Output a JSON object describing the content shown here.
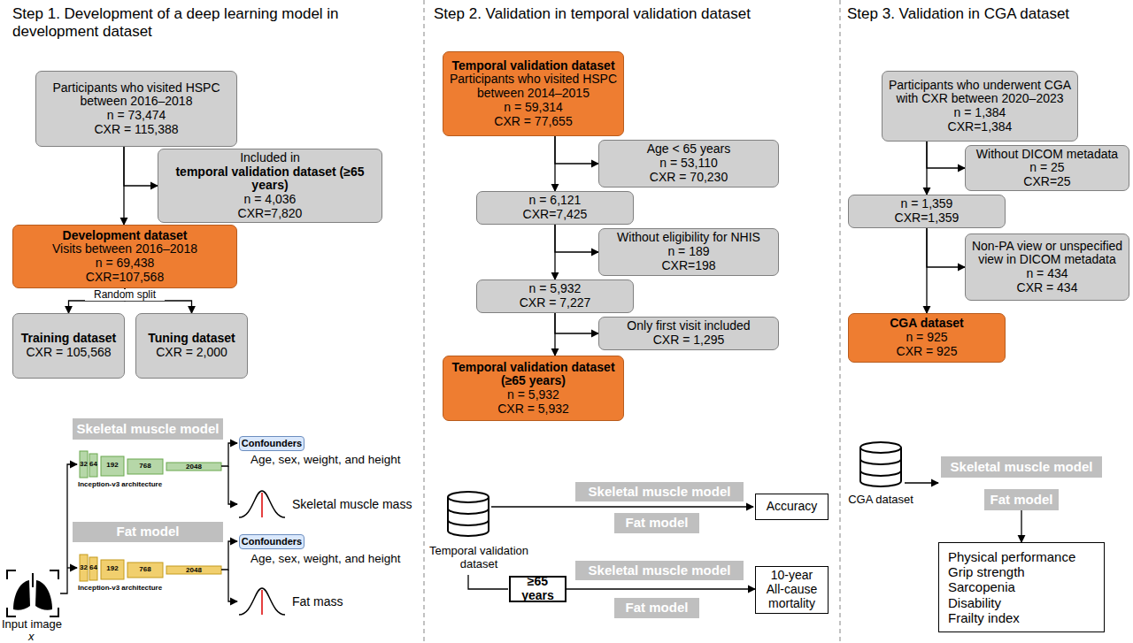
{
  "diagram": {
    "nodes": [
      {
        "text": [
          "Participants who visited HSPC between 2016–2018",
          "n = 73,474",
          "CXR = 115,388"
        ]
      },
      {
        "text": [
          "Included in",
          "temporal validation dataset (≥65 years)",
          "n = 4,036",
          "CXR=7,820"
        ]
      },
      {
        "text": [
          "Development dataset",
          "Visits between 2016–2018",
          "n = 69,438",
          "CXR=107,568"
        ]
      },
      {
        "text": [
          "Training dataset",
          "CXR = 105,568"
        ]
      },
      {
        "text": [
          "Tuning dataset",
          "CXR = 2,000"
        ]
      },
      {
        "text": [
          "Skeletal muscle model"
        ]
      },
      {
        "text": [
          "Confounders"
        ]
      },
      {
        "text": [
          "Fat model"
        ]
      },
      {
        "text": [
          "Confounders"
        ]
      },
      {
        "text": [
          "Temporal validation dataset",
          "Participants who visited HSPC between 2014–2015",
          "n = 59,314",
          "CXR = 77,655"
        ]
      },
      {
        "text": [
          "Age < 65 years",
          "n = 53,110",
          "CXR = 70,230"
        ]
      },
      {
        "text": [
          "n = 6,121",
          "CXR=7,425"
        ]
      },
      {
        "text": [
          "Without eligibility for NHIS",
          "n = 189",
          "CXR=198"
        ]
      },
      {
        "text": [
          "n = 5,932",
          "CXR = 7,227"
        ]
      },
      {
        "text": [
          "Only first visit included",
          "CXR = 1,295"
        ]
      },
      {
        "text": [
          "Temporal validation dataset (≥65 years)",
          "n = 5,932",
          "CXR = 5,932"
        ]
      },
      {
        "text": [
          "Skeletal muscle model"
        ]
      },
      {
        "text": [
          "Fat model"
        ]
      },
      {
        "text": [
          "Accuracy"
        ]
      },
      {
        "text": [
          "≥65 years"
        ]
      },
      {
        "text": [
          "Skeletal muscle model"
        ]
      },
      {
        "text": [
          "Fat model"
        ]
      },
      {
        "text": [
          "10-year All-cause mortality"
        ]
      },
      {
        "text": [
          "Participants who underwent CGA with CXR between 2020–2023",
          "n = 1,384",
          "CXR=1,384"
        ]
      },
      {
        "text": [
          "Without DICOM metadata",
          "n = 25",
          "CXR=25"
        ]
      },
      {
        "text": [
          "n = 1,359",
          "CXR=1,359"
        ]
      },
      {
        "text": [
          "Non-PA view or unspecified view in DICOM metadata",
          "n = 434",
          "CXR = 434"
        ]
      },
      {
        "text": [
          "CGA dataset",
          "n = 925",
          "CXR = 925"
        ]
      },
      {
        "text": [
          "Skeletal muscle model"
        ]
      },
      {
        "text": [
          "Fat model"
        ]
      },
      {
        "text": [
          "Physical performance",
          "Grip strength",
          "Sarcopenia",
          "Disability",
          "Frailty index"
        ]
      }
    ],
    "edges": [
      {
        "from": 0,
        "to": 2,
        "arrow": "to"
      },
      {
        "from": 0,
        "to": 1,
        "arrow": "to"
      },
      {
        "from": 2,
        "to": 3,
        "label": "Random split",
        "arrow": "to"
      },
      {
        "from": 2,
        "to": 4,
        "arrow": "to"
      },
      {
        "from": 9,
        "to": 11,
        "arrow": "to"
      },
      {
        "from": 9,
        "to": 10,
        "arrow": "to"
      },
      {
        "from": 11,
        "to": 13,
        "arrow": "to"
      },
      {
        "from": 11,
        "to": 12,
        "arrow": "to"
      },
      {
        "from": 13,
        "to": 15,
        "arrow": "to"
      },
      {
        "from": 13,
        "to": 14,
        "arrow": "to"
      },
      {
        "from": 19,
        "to": 22,
        "arrow": "to"
      },
      {
        "from": 23,
        "to": 25,
        "arrow": "to"
      },
      {
        "from": 23,
        "to": 24,
        "arrow": "to"
      },
      {
        "from": 25,
        "to": 27,
        "arrow": "to"
      },
      {
        "from": 25,
        "to": 26,
        "arrow": "to"
      },
      {
        "from": 29,
        "to": 30,
        "arrow": "to"
      }
    ],
    "labels": [
      "Step 1. Development of a deep learning model in development dataset",
      "Step 2. Validation in temporal validation dataset",
      "Step 3. Validation in CGA dataset",
      "32",
      "64",
      "192",
      "768",
      "2048",
      "Inception-v3 architecture",
      "Age, sex, weight, and height",
      "Skeletal muscle mass",
      "32",
      "64",
      "192",
      "768",
      "2048",
      "Inception-v3 architecture",
      "Age, sex, weight, and height",
      "Fat mass",
      "Input image",
      "x",
      "Temporal validation dataset",
      "CGA dataset"
    ]
  }
}
